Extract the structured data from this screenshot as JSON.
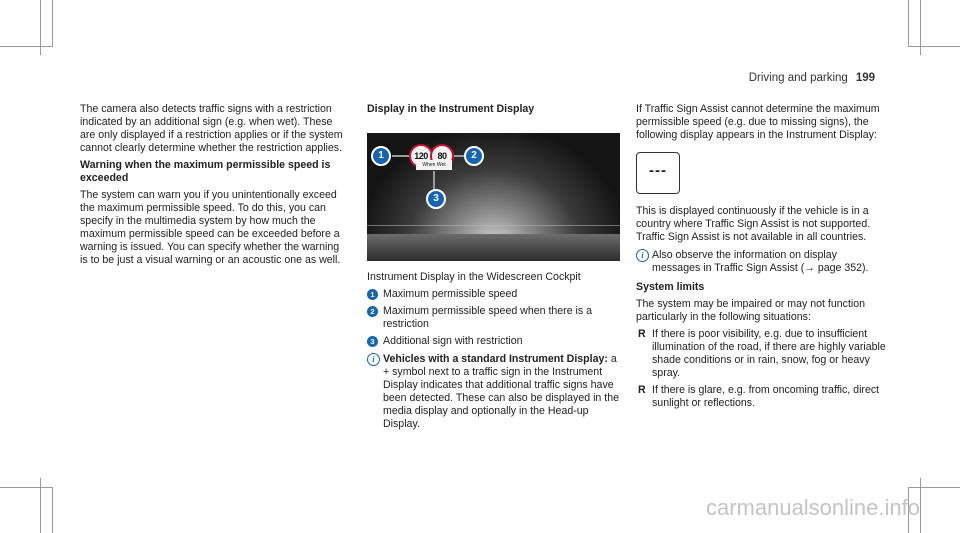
{
  "header": {
    "section": "Driving and parking",
    "page": "199"
  },
  "col1": {
    "intro": "The camera also detects traffic signs with a restriction indicated by an additional sign (e.g. when wet). These are only displayed if a restriction applies or if the system cannot clearly determine whether the restriction applies.",
    "heading": "Warning when the maximum permissible speed is exceeded",
    "body": "The system can warn you if you unintentionally exceed the maximum permissible speed. To do this, you can specify in the multimedia system by how much the maximum permissible speed can be exceeded before a warning is issued. You can specify whether the warning is to be just a visual warning or an acoustic one as well."
  },
  "col2": {
    "heading": "Display in the Instrument Display",
    "figure": {
      "sign1": "120",
      "sign2": "80",
      "plate": "When Wet",
      "callout1": "1",
      "callout2": "2",
      "callout3": "3"
    },
    "caption": "Instrument Display in the Widescreen Cockpit",
    "items": [
      {
        "num": "1",
        "text": "Maximum permissible speed"
      },
      {
        "num": "2",
        "text": "Maximum permissible speed when there is a restriction"
      },
      {
        "num": "3",
        "text": "Additional sign with restriction"
      }
    ],
    "note_icon": "i",
    "note_bold": "Vehicles with a standard Instrument Display:",
    "note_text": " a + symbol next to a traffic sign in the Instrument Display indicates that additional traffic signs have been detected. These can also be displayed in the media display and optionally in the Head-up Display."
  },
  "col3": {
    "intro": "If Traffic Sign Assist cannot determine the maximum permissible speed (e.g. due to missing signs), the following display appears in the Instrument Display:",
    "display_symbol": "---",
    "para": "This is displayed continuously if the vehicle is in a country where Traffic Sign Assist is not supported. Traffic Sign Assist is not available in all countries.",
    "note_icon": "i",
    "note": "Also observe the information on display messages in Traffic Sign Assist (→ page 352).",
    "heading": "System limits",
    "limits_intro": "The system may be impaired or may not function particularly in the following situations:",
    "bullet_mark": "R",
    "bullets": [
      "If there is poor visibility, e.g. due to insufficient illumination of the road, if there are highly variable shade conditions or in rain, snow, fog or heavy spray.",
      "If there is glare, e.g. from oncoming traffic, direct sunlight or reflections."
    ]
  },
  "watermark": "carmanualsonline.info"
}
